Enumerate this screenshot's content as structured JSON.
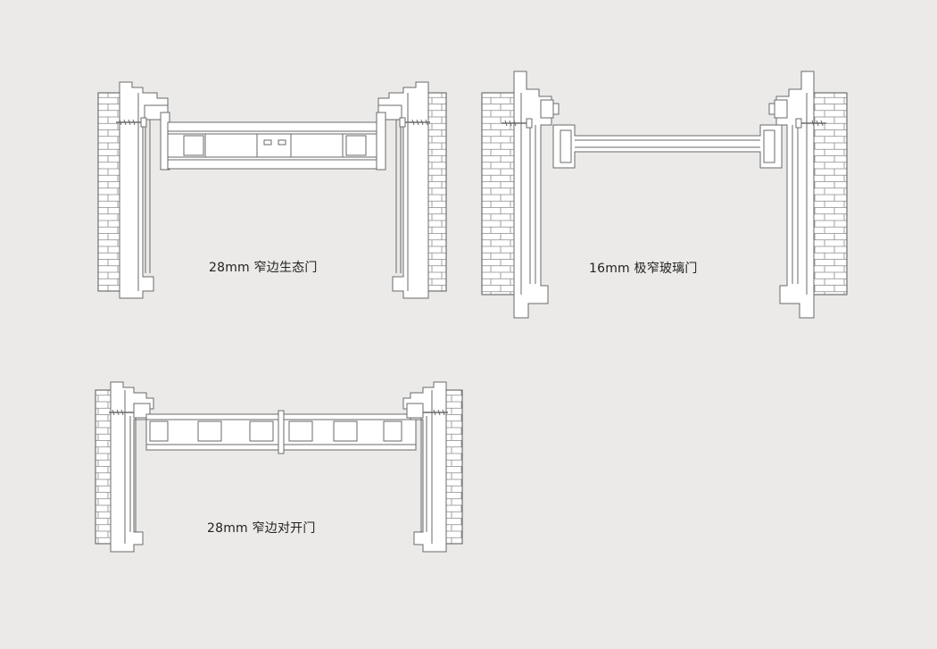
{
  "colors": {
    "background": "#ebeae8",
    "line": "#6a6a6a",
    "fill": "#ffffff",
    "caption": "#222222"
  },
  "diagrams": [
    {
      "id": "narrow-frame-eco-door",
      "caption": "28mm 窄边生态门"
    },
    {
      "id": "ultra-narrow-glass-door",
      "caption": "16mm 极窄玻璃门"
    },
    {
      "id": "narrow-frame-double-door",
      "caption": "28mm 窄边对开门"
    }
  ]
}
